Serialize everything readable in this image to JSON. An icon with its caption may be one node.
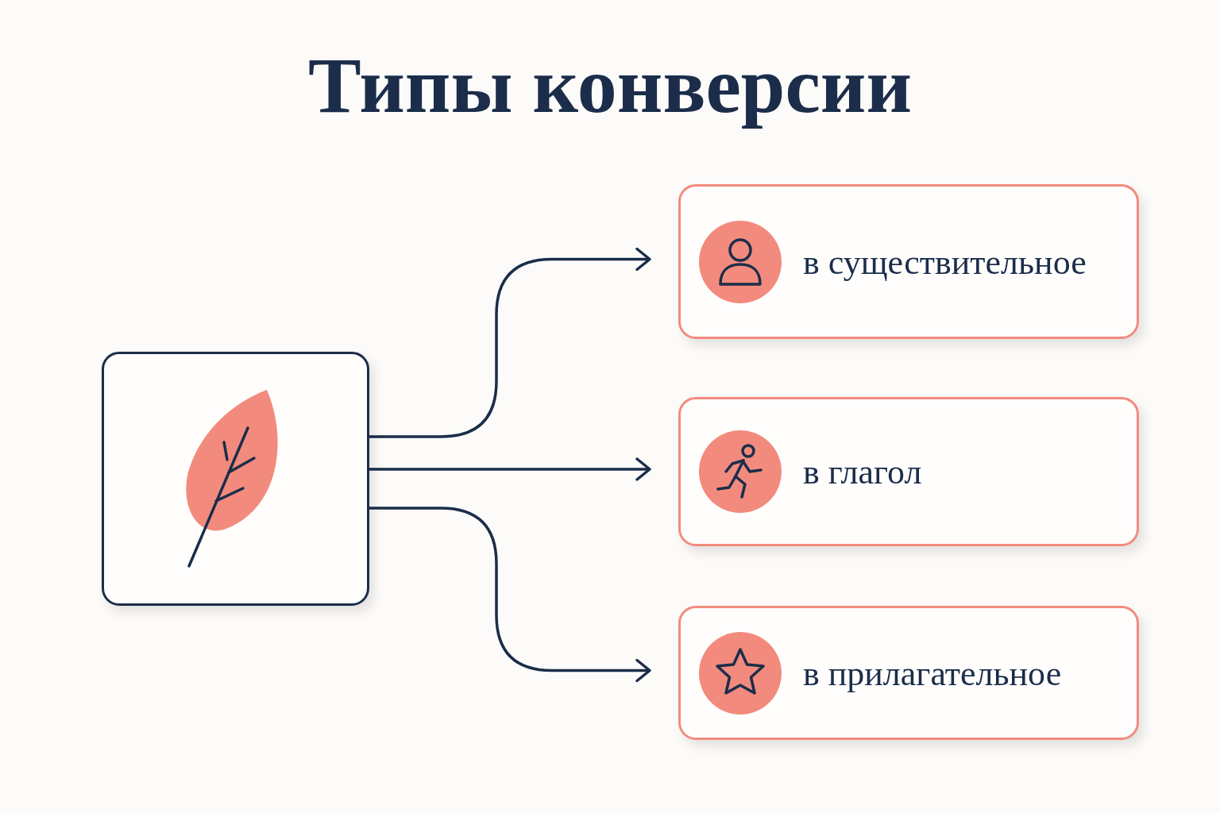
{
  "diagram": {
    "title": "Типы конверсии",
    "nodes": [
      {
        "text": [],
        "shape": "box"
      },
      {
        "text": [
          "в существительное"
        ]
      },
      {
        "text": [
          "в глагол"
        ]
      },
      {
        "text": [
          "в прилагательное"
        ]
      }
    ],
    "edges": [
      {
        "from": 0,
        "to": 1,
        "arrow": "to"
      },
      {
        "from": 0,
        "to": 2,
        "arrow": "to"
      },
      {
        "from": 0,
        "to": 3,
        "arrow": "to"
      }
    ]
  }
}
